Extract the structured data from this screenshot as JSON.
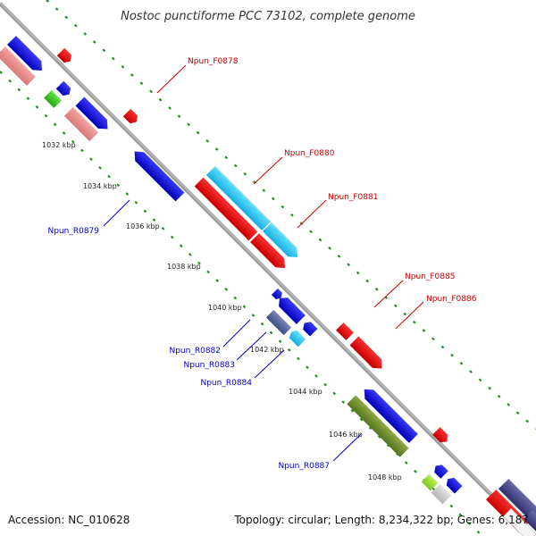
{
  "title": "Nostoc punctiforme PCC 73102, complete genome",
  "footer": {
    "accession": "Accession: NC_010628",
    "topology": "Topology: circular; Length: 8,234,322 bp; Genes: 6,187"
  },
  "scale": {
    "ticks": [
      "1032 kbp",
      "1034 kbp",
      "1036 kbp",
      "1038 kbp",
      "1040 kbp",
      "1042 kbp",
      "1044 kbp",
      "1046 kbp",
      "1048 kbp"
    ]
  },
  "genes": {
    "forward": [
      "Npun_F0878",
      "Npun_F0880",
      "Npun_F0881",
      "Npun_F0885",
      "Npun_F0886"
    ],
    "reverse": [
      "Npun_R0879",
      "Npun_R0882",
      "Npun_R0883",
      "Npun_R0884",
      "Npun_R0887"
    ]
  },
  "colors": {
    "forward_label": "#cc0000",
    "reverse_label": "#0000cc",
    "backbone": "#999999",
    "dotted_track": "#228b22"
  }
}
